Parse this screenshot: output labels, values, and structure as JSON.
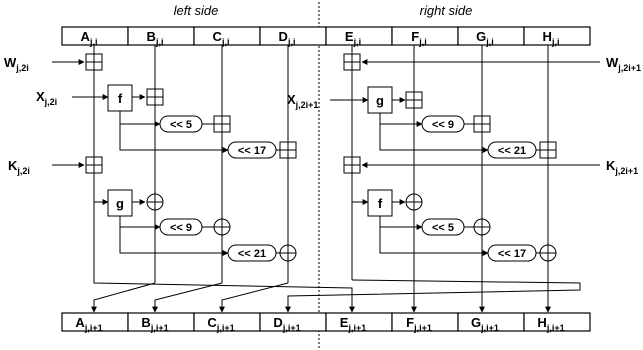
{
  "headers": {
    "left": "left side",
    "right": "right side"
  },
  "top_registers": [
    {
      "main": "A",
      "sub": "j,i"
    },
    {
      "main": "B",
      "sub": "j,i"
    },
    {
      "main": "C",
      "sub": "j,i"
    },
    {
      "main": "D",
      "sub": "j,i"
    },
    {
      "main": "E",
      "sub": "j,i"
    },
    {
      "main": "F",
      "sub": "j,i"
    },
    {
      "main": "G",
      "sub": "j,i"
    },
    {
      "main": "H",
      "sub": "j,i"
    }
  ],
  "bottom_registers": [
    {
      "main": "A",
      "sub": "j,i+1"
    },
    {
      "main": "B",
      "sub": "j,i+1"
    },
    {
      "main": "C",
      "sub": "j,i+1"
    },
    {
      "main": "D",
      "sub": "j,i+1"
    },
    {
      "main": "E",
      "sub": "j,i+1"
    },
    {
      "main": "F",
      "sub": "j,i+1"
    },
    {
      "main": "G",
      "sub": "j,i+1"
    },
    {
      "main": "H",
      "sub": "j,i+1"
    }
  ],
  "inputs": {
    "w_left": {
      "main": "W",
      "sub": "j,2i"
    },
    "x_left": {
      "main": "X",
      "sub": "j,2i"
    },
    "k_left": {
      "main": "K",
      "sub": "j,2i"
    },
    "w_right": {
      "main": "W",
      "sub": "j,2i+1"
    },
    "x_right": {
      "main": "X",
      "sub": "j,2i+1"
    },
    "k_right": {
      "main": "K",
      "sub": "j,2i+1"
    }
  },
  "functions": {
    "left_upper": "f",
    "left_lower": "g",
    "right_upper": "g",
    "right_lower": "f"
  },
  "rotations": {
    "left_upper_1": "<< 5",
    "left_upper_2": "<< 17",
    "left_lower_1": "<< 9",
    "left_lower_2": "<< 21",
    "right_upper_1": "<< 9",
    "right_upper_2": "<< 21",
    "right_lower_1": "<< 5",
    "right_lower_2": "<< 17"
  }
}
